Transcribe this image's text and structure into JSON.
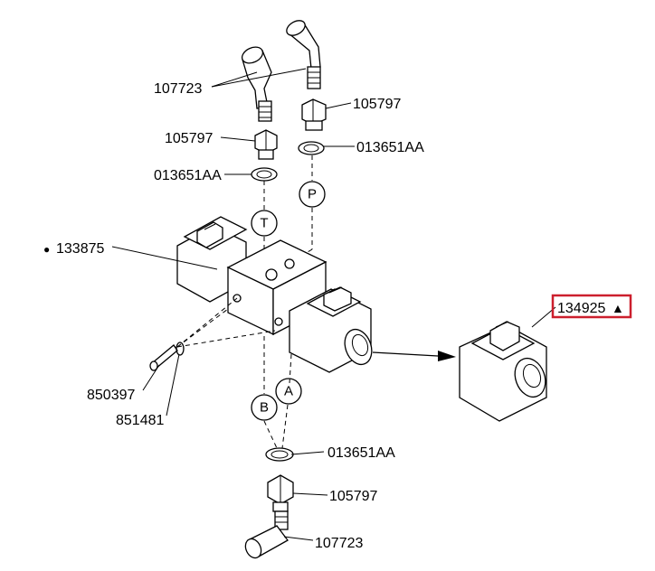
{
  "labels": {
    "fitting_top": "107723",
    "adapter_right": "105797",
    "adapter_left": "105797",
    "seal_right": "013651AA",
    "seal_left": "013651AA",
    "valve": "133875",
    "screw": "850397",
    "washer": "851481",
    "seal_bottom": "013651AA",
    "adapter_bottom": "105797",
    "fitting_bottom": "107723",
    "coil": "134925"
  },
  "ports": {
    "t": "T",
    "p": "P",
    "b": "B",
    "a": "A"
  },
  "symbols": {
    "bullet": "●",
    "triangle": "▲"
  },
  "highlight_color": "#cc1f2d"
}
